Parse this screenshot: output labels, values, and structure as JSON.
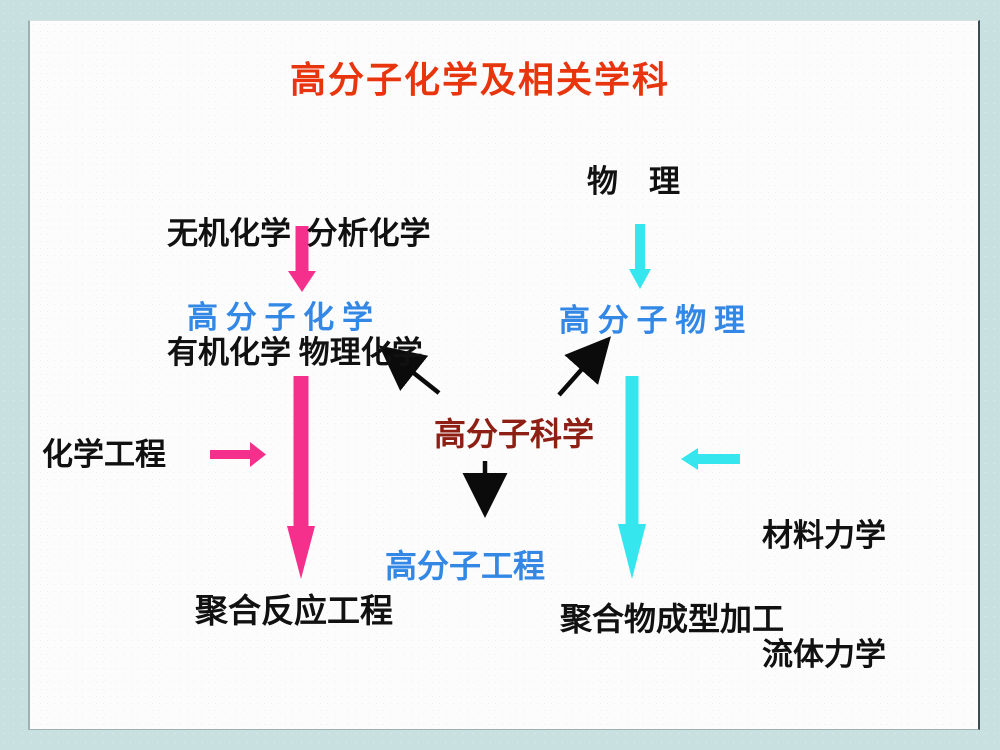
{
  "slide": {
    "title": "高分子化学及相关学科",
    "colors": {
      "title_red": "#E8350E",
      "pink": "#F5308C",
      "cyan": "#35E6EF",
      "blue": "#3388E6",
      "dark_red": "#8E1F14",
      "black": "#0B0B0B",
      "background": "#C9E0E0",
      "slide_bg": "#FCFCFC"
    },
    "nodes": {
      "basic_chemistry_line1": "无机化学  分析化学",
      "basic_chemistry_line2": "有机化学 物理化学",
      "physics": "物　理",
      "polymer_chemistry": "高 分 子 化 学",
      "polymer_physics": "高 分 子 物 理",
      "polymer_science": "高分子科学",
      "chemical_engineering": "化学工程",
      "mechanics_line1": "材料力学",
      "mechanics_line2": "流体力学",
      "polymer_engineering": "高分子工程",
      "polymerization_reaction_engineering": "聚合反应工程",
      "polymer_molding_processing": "聚合物成型加工"
    },
    "arrows": [
      {
        "name": "basic-chemistry-to-polymer-chemistry",
        "direction": "down",
        "color": "#F5308C"
      },
      {
        "name": "physics-to-polymer-physics",
        "direction": "down",
        "color": "#35E6EF"
      },
      {
        "name": "polymer-chemistry-to-reaction-engineering",
        "direction": "down",
        "color": "#F5308C"
      },
      {
        "name": "polymer-physics-to-molding-processing",
        "direction": "down",
        "color": "#35E6EF"
      },
      {
        "name": "chemical-engineering-inflow",
        "direction": "right",
        "color": "#F5308C"
      },
      {
        "name": "mechanics-inflow",
        "direction": "left",
        "color": "#35E6EF"
      },
      {
        "name": "polymer-science-to-polymer-chemistry",
        "direction": "up-left",
        "color": "#0B0B0B"
      },
      {
        "name": "polymer-science-to-polymer-physics",
        "direction": "up-right",
        "color": "#0B0B0B"
      },
      {
        "name": "polymer-science-to-polymer-engineering",
        "direction": "down",
        "color": "#0B0B0B"
      }
    ]
  }
}
